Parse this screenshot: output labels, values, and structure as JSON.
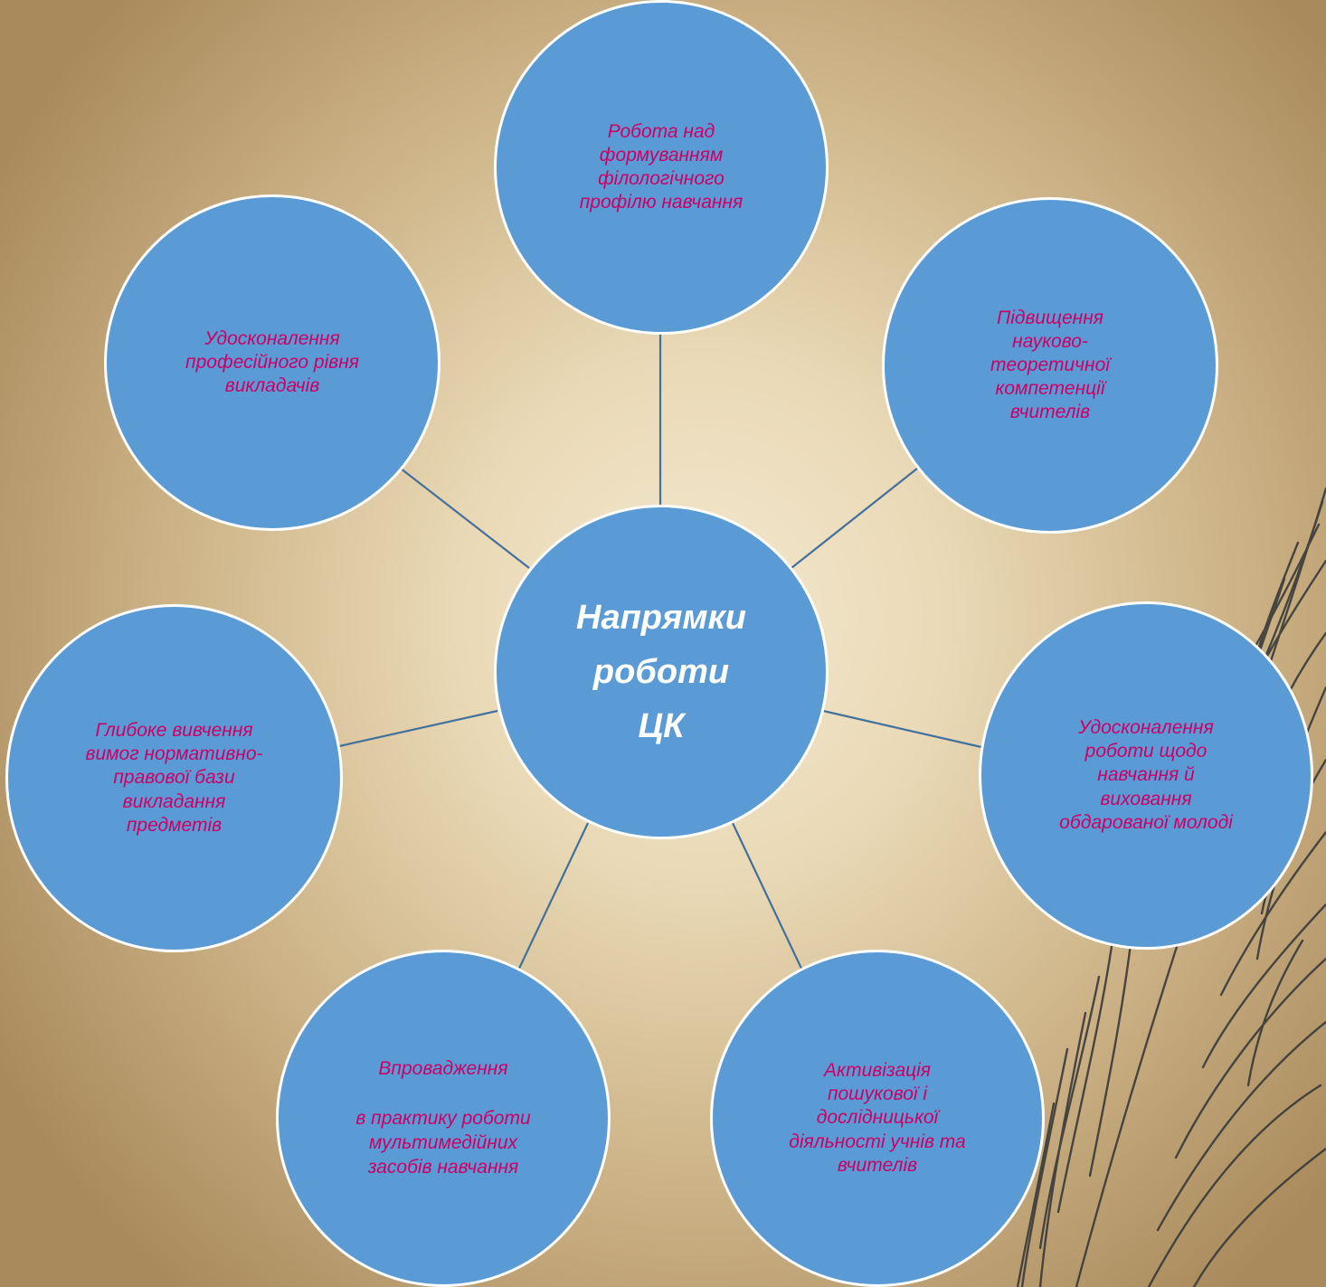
{
  "diagram": {
    "center": {
      "label": "Напрямки\nроботи\nЦК"
    },
    "topics": [
      {
        "id": "top",
        "label": "Робота над\nформуванням\nфілологічного\nпрофілю навчання"
      },
      {
        "id": "upper_right",
        "label": "Підвищення\nнауково-\nтеоретичної\nкомпетенції\nвчителів"
      },
      {
        "id": "right",
        "label": "Удосконалення\nроботи щодо\nнавчання й\nвиховання\nобдарованої молоді"
      },
      {
        "id": "lower_right",
        "label": "Активізація\nпошукової і\nдослідницької\nдіяльності учнів та\nвчителів"
      },
      {
        "id": "lower_left",
        "label": "Впровадження\n\nв практику роботи\nмультимедійних\nзасобів навчання"
      },
      {
        "id": "left",
        "label": "Глибоке вивчення\nвимог нормативно-\nправової бази\nвикладання\nпредметів"
      },
      {
        "id": "upper_left",
        "label": "Удосконалення\nпрофесійного рівня\nвикладачів"
      }
    ],
    "colors": {
      "node_fill": "#5b9bd5",
      "node_border": "#ffffff",
      "label_text": "#cc0066",
      "center_text": "#ffffff",
      "connector": "#41719c",
      "feather": "#3a3a3a"
    },
    "decoration": {
      "icon": "quill-feather-icon"
    }
  }
}
